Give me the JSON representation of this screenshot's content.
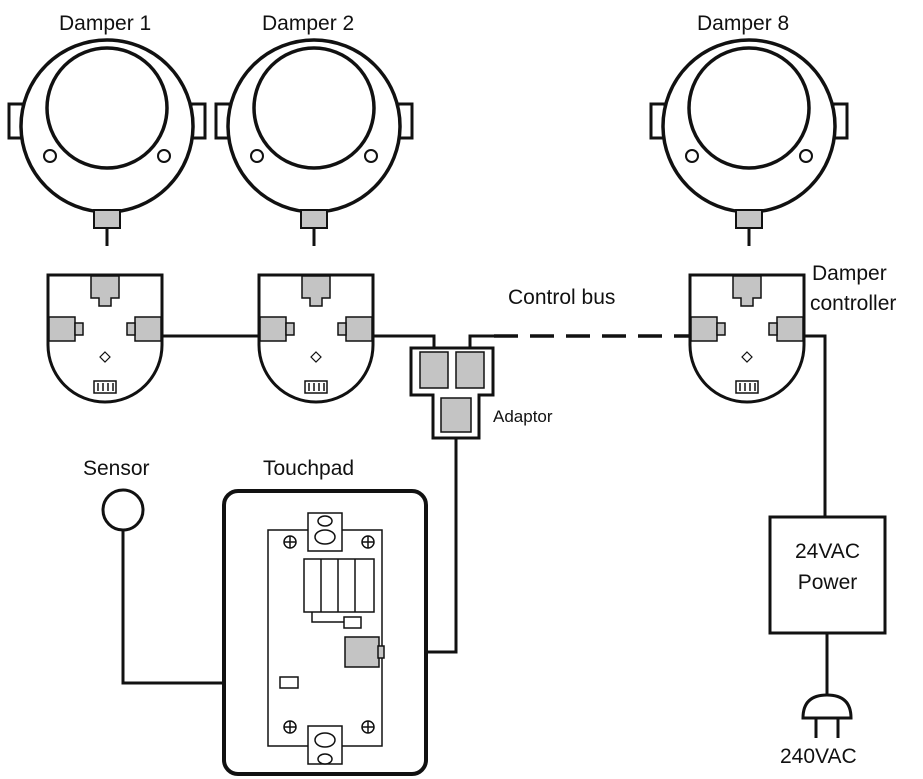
{
  "labels": {
    "damper1": "Damper 1",
    "damper2": "Damper 2",
    "damper8": "Damper 8",
    "control_bus": "Control bus",
    "damper_controller_line1": "Damper",
    "damper_controller_line2": "controller",
    "adaptor": "Adaptor",
    "sensor": "Sensor",
    "touchpad": "Touchpad",
    "power_line1": "24VAC",
    "power_line2": "Power",
    "mains": "240VAC"
  },
  "colors": {
    "line": "#111111",
    "fill_gray": "#c4c4c4",
    "background": "#ffffff"
  }
}
